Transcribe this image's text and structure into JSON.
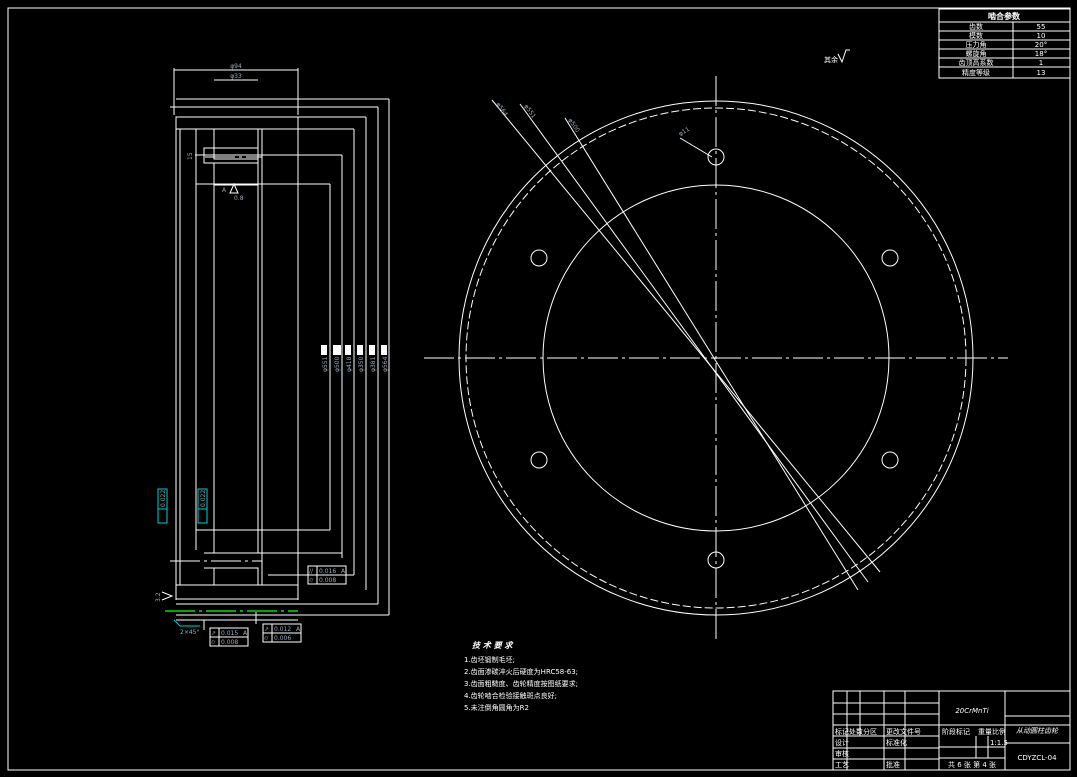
{
  "drawing": {
    "params_table": {
      "title": "啮合参数",
      "rows": [
        {
          "label": "齿数",
          "value": "55"
        },
        {
          "label": "模数",
          "value": "10"
        },
        {
          "label": "压力角",
          "value": "20°"
        },
        {
          "label": "螺旋角",
          "value": "18°"
        },
        {
          "label": "齿顶高系数",
          "value": "1"
        },
        {
          "label": "精度等级",
          "value": "13"
        }
      ]
    },
    "roughness_note": "其余",
    "left_view": {
      "dim_top_outer": "φ94",
      "dim_top_inner": "φ33",
      "dim_side_small": "15",
      "datum": "A",
      "datum_roughness": "0.8",
      "diameters": [
        "φ551",
        "φ500",
        "φ418",
        "φ350",
        "φ381",
        "φ564"
      ],
      "cyan_tol_1": "0.022",
      "cyan_tol_2": "0.022",
      "chamfer": "2×45°",
      "roughness_left": "3.2",
      "gdt": [
        {
          "symbol": "//",
          "value": "0.016",
          "datum": "A"
        },
        {
          "symbol": "⌭",
          "value": "0.008"
        },
        {
          "symbol": "↗",
          "value": "0.015",
          "datum": "A"
        },
        {
          "symbol": "⌭",
          "value": "0.008"
        },
        {
          "symbol": "↗",
          "value": "0.012",
          "datum": "A"
        },
        {
          "symbol": "⌭",
          "value": "0.006"
        }
      ]
    },
    "right_view": {
      "dim_labels": [
        "φ564",
        "φ551",
        "φ500",
        "φ11"
      ]
    },
    "tech_requirements": {
      "title": "技 术 要 求",
      "items": [
        "1.齿坯锻制毛坯;",
        "2.齿面渗碳淬火后硬度为HRC58-63;",
        "3.齿面粗糙度、齿轮精度按图纸要求;",
        "4.齿轮啮合检验接触斑点良好;",
        "5.未注倒角圆角为R2"
      ]
    },
    "title_block": {
      "material": "20CrMnTi",
      "part_name": "从动圆柱齿轮",
      "drawing_no": "CDYZCL-04",
      "scale": "1:1.5",
      "sheet": "共 6 张  第 4 张",
      "headers": [
        "标记",
        "处数",
        "分区",
        "更改文件号",
        "设计",
        "标准化",
        "审核",
        "工艺",
        "批准",
        "阶段标记",
        "重量",
        "比例"
      ]
    }
  }
}
